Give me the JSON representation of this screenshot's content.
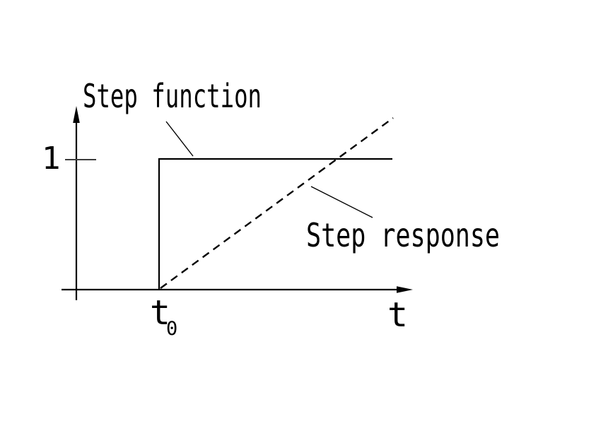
{
  "figure": {
    "background": "#ffffff",
    "ink": "#000000",
    "tick_color": "#3c3c3c"
  },
  "labels": {
    "step_function": "Step function",
    "step_response": "Step response",
    "y_value_one": "1",
    "t0_main": "t",
    "t0_subscript": "0",
    "time_axis": "t"
  },
  "chart_data": {
    "type": "line",
    "title": "",
    "xlabel": "t",
    "ylabel": "",
    "x_tick_labels": [
      "t0"
    ],
    "y_tick_labels": [
      "1"
    ],
    "grid": false,
    "legend_position": "none",
    "series": [
      {
        "name": "Step function",
        "line_style": "solid",
        "description": "unit step: 0 for t < t0, jumps to 1 at t0 and stays at 1",
        "x": [
          "t0",
          "t0",
          "t_end"
        ],
        "y": [
          0,
          1,
          1
        ]
      },
      {
        "name": "Step response",
        "line_style": "dashed",
        "description": "ramp starting at t0 rising linearly, crossing y=1 and continuing to about 1.3",
        "x": [
          "t0",
          "t_end"
        ],
        "y": [
          0,
          1.3
        ]
      }
    ],
    "annotations": [
      {
        "text": "Step function",
        "points_to": "solid step curve",
        "position": "above step, upper left"
      },
      {
        "text": "Step response",
        "points_to": "dashed ramp curve",
        "position": "right of ramp, middle"
      }
    ]
  }
}
